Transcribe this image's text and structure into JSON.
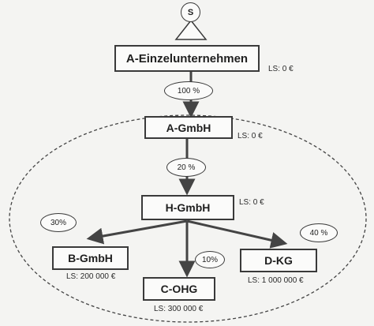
{
  "shareholder": {
    "label": "S"
  },
  "entities": {
    "a_einzel": {
      "name": "A-Einzelunternehmen",
      "ls": "LS: 0 €"
    },
    "a_gmbh": {
      "name": "A-GmbH",
      "ls": "LS: 0 €"
    },
    "h_gmbh": {
      "name": "H-GmbH",
      "ls": "LS: 0 €"
    },
    "b_gmbh": {
      "name": "B-GmbH",
      "ls": "LS: 200 000 €"
    },
    "c_ohg": {
      "name": "C-OHG",
      "ls": "LS: 300 000 €"
    },
    "d_kg": {
      "name": "D-KG",
      "ls": "LS: 1 000 000 €"
    }
  },
  "shares": {
    "a_einzel_to_a_gmbh": "100 %",
    "a_gmbh_to_h_gmbh": "20 %",
    "h_to_b": "30%",
    "h_to_c": "10%",
    "h_to_d": "40 %"
  }
}
